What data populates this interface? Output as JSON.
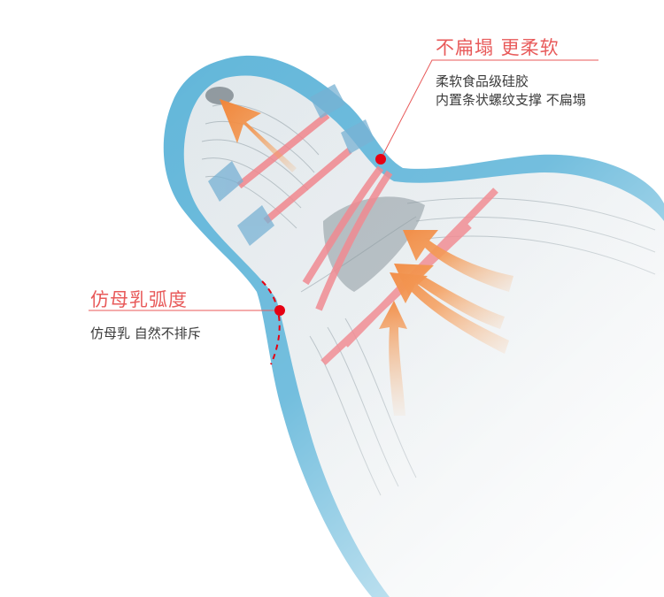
{
  "callouts": {
    "top": {
      "title": "不扁塌 更柔软",
      "lines": [
        "柔软食品级硅胶",
        "内置条状螺纹支撑 不扁塌"
      ]
    },
    "left": {
      "title": "仿母乳弧度",
      "lines": [
        "仿母乳 自然不排斥"
      ]
    }
  },
  "colors": {
    "accent": "#e85a5a",
    "nipple_outline": "#5bb3d8",
    "support_rib": "#ef7a82",
    "arrow": "#f28a3c",
    "body_text": "#3a3a3a"
  }
}
